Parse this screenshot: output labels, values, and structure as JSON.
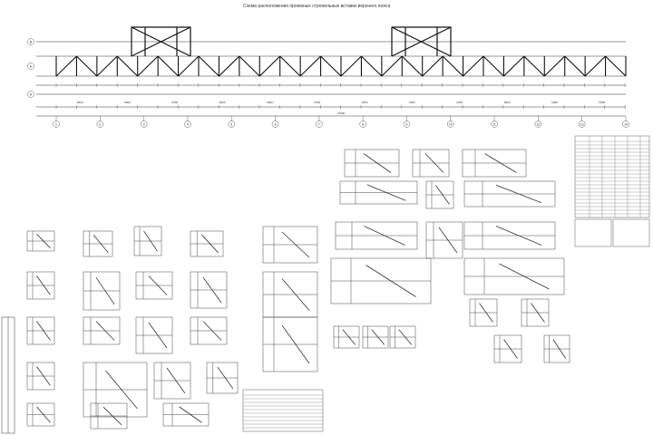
{
  "drawing": {
    "title": "Схема расположения проемных стропильных вставок верхнего пояса",
    "axis_rows": [
      "В",
      "Б",
      "А"
    ],
    "axis_cols": [
      "1",
      "2",
      "3",
      "4",
      "5",
      "6",
      "7",
      "8",
      "9",
      "10",
      "11",
      "12",
      "13",
      "14"
    ],
    "span_labels": [
      "6000",
      "6000",
      "6000",
      "6000",
      "6000",
      "6000",
      "6000",
      "6000",
      "6000",
      "6000",
      "6000",
      "6000"
    ],
    "total_length": "74000",
    "colors": {
      "line": "#333333",
      "heavy": "#111111",
      "paper": "#ffffff"
    }
  }
}
